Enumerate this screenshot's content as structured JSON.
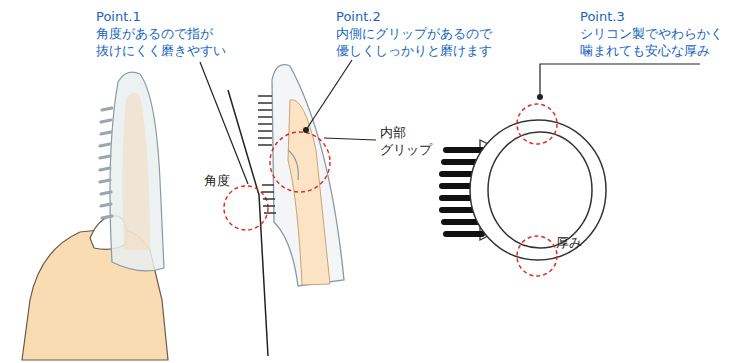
{
  "diagram": {
    "labels": [
      "Point.1",
      "角度があるので指が 抜けにくく磨きやすい",
      "Point.2",
      "内側にグリップがあるので 優しくしっかりと磨けます",
      "Point.3",
      "シリコン製でやわらかく 噛まれても安心な厚み",
      "内部 グリップ",
      "角度",
      "厚み"
    ]
  }
}
